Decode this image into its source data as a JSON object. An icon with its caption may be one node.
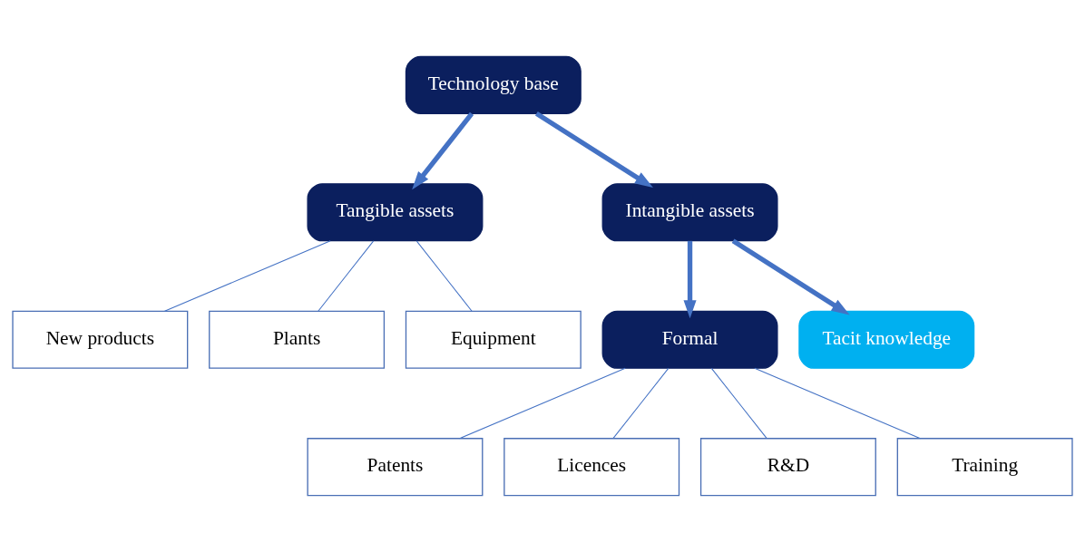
{
  "diagram": {
    "nodes": [
      {
        "text": [
          "Technology base"
        ]
      },
      {
        "text": [
          "Tangible assets"
        ]
      },
      {
        "text": [
          "Intangible assets"
        ]
      },
      {
        "text": [
          "New products"
        ]
      },
      {
        "text": [
          "Plants"
        ]
      },
      {
        "text": [
          "Equipment"
        ]
      },
      {
        "text": [
          "Formal"
        ]
      },
      {
        "text": [
          "Tacit knowledge"
        ]
      },
      {
        "text": [
          "Patents"
        ]
      },
      {
        "text": [
          "Licences"
        ]
      },
      {
        "text": [
          "R&D"
        ]
      },
      {
        "text": [
          "Training"
        ]
      }
    ],
    "edges": [
      {
        "from": 0,
        "to": 1,
        "arrow": "to",
        "style": "thick"
      },
      {
        "from": 0,
        "to": 2,
        "arrow": "to",
        "style": "thick"
      },
      {
        "from": 1,
        "to": 3,
        "arrow": "none"
      },
      {
        "from": 1,
        "to": 4,
        "arrow": "none"
      },
      {
        "from": 1,
        "to": 5,
        "arrow": "none"
      },
      {
        "from": 2,
        "to": 6,
        "arrow": "to",
        "style": "thick"
      },
      {
        "from": 2,
        "to": 7,
        "arrow": "to",
        "style": "thick"
      },
      {
        "from": 6,
        "to": 8,
        "arrow": "none"
      },
      {
        "from": 6,
        "to": 9,
        "arrow": "none"
      },
      {
        "from": 6,
        "to": 10,
        "arrow": "none"
      },
      {
        "from": 6,
        "to": 11,
        "arrow": "none"
      }
    ]
  }
}
